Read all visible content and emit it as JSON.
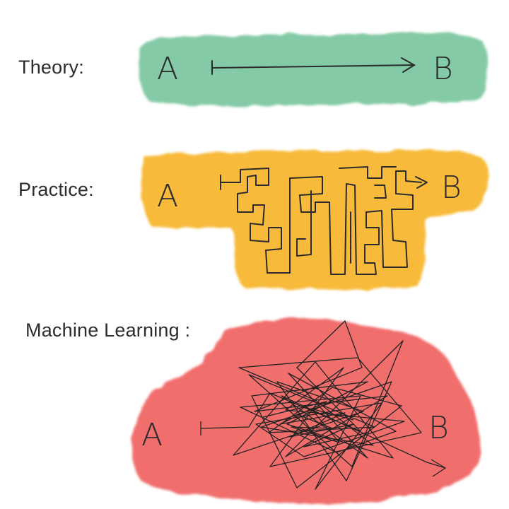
{
  "panels": [
    {
      "label": "Theory:",
      "start": "A",
      "end": "B",
      "color": "#74c39a"
    },
    {
      "label": "Practice:",
      "start": "A",
      "end": "B",
      "color": "#f7b52c"
    },
    {
      "label": "Machine Learning :",
      "start": "A",
      "end": "B",
      "color": "#f06766"
    }
  ]
}
